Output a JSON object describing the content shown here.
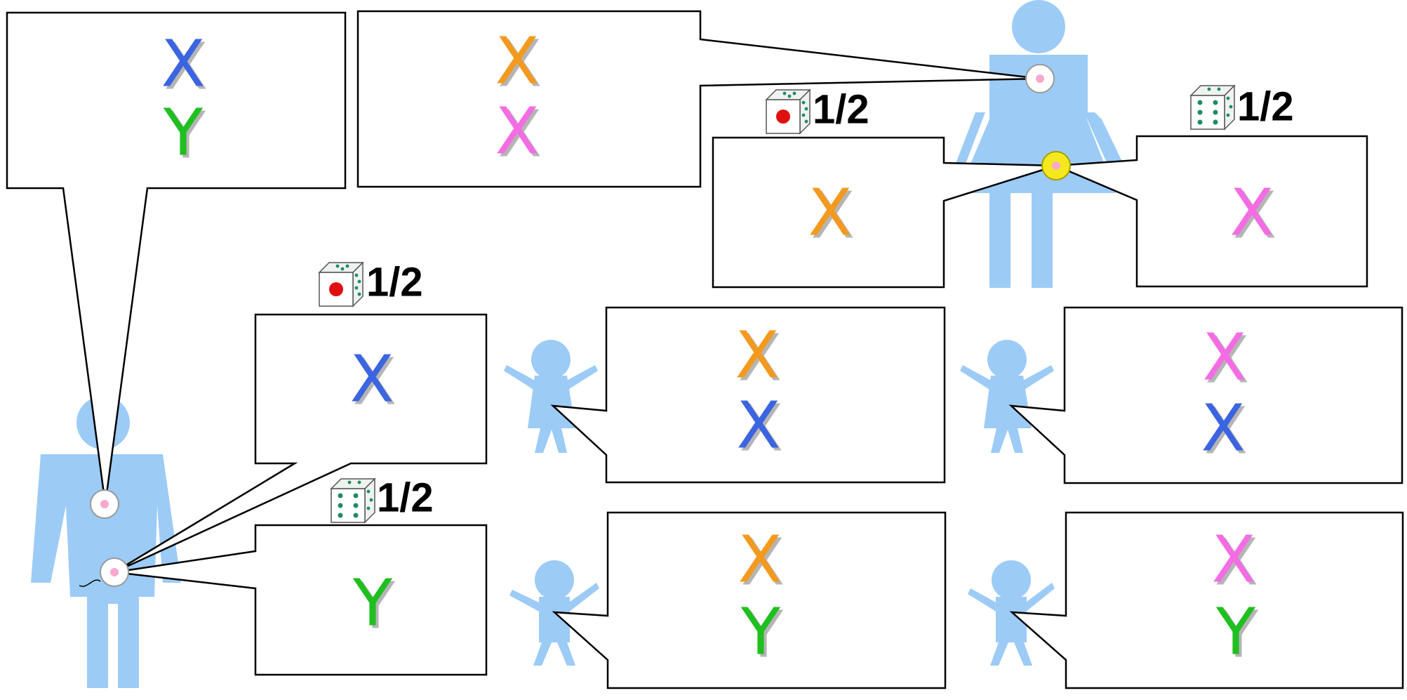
{
  "colors": {
    "paternal_x": "#3b64e0",
    "y": "#1fbf1f",
    "maternal_x1": "#f39a1e",
    "maternal_x2": "#f46ce4",
    "figure": "#9ccbf6",
    "egg_highlight": "#f6e81e",
    "die_selected_dot": "#e01010"
  },
  "father_genotype": {
    "top": "X",
    "bottom": "Y"
  },
  "mother_genotype": {
    "top": "X",
    "bottom": "X"
  },
  "father_gametes": [
    {
      "letter": "X",
      "probability": "1/2",
      "die": "red-dot-die-icon"
    },
    {
      "letter": "Y",
      "probability": "1/2",
      "die": "six-pip-die-icon"
    }
  ],
  "mother_gametes": [
    {
      "letter": "X",
      "probability": "1/2",
      "die": "red-dot-die-icon"
    },
    {
      "letter": "X",
      "probability": "1/2",
      "die": "six-pip-die-icon"
    }
  ],
  "offspring": [
    {
      "top": "X",
      "bottom": "X"
    },
    {
      "top": "X",
      "bottom": "X"
    },
    {
      "top": "X",
      "bottom": "Y"
    },
    {
      "top": "X",
      "bottom": "Y"
    }
  ]
}
